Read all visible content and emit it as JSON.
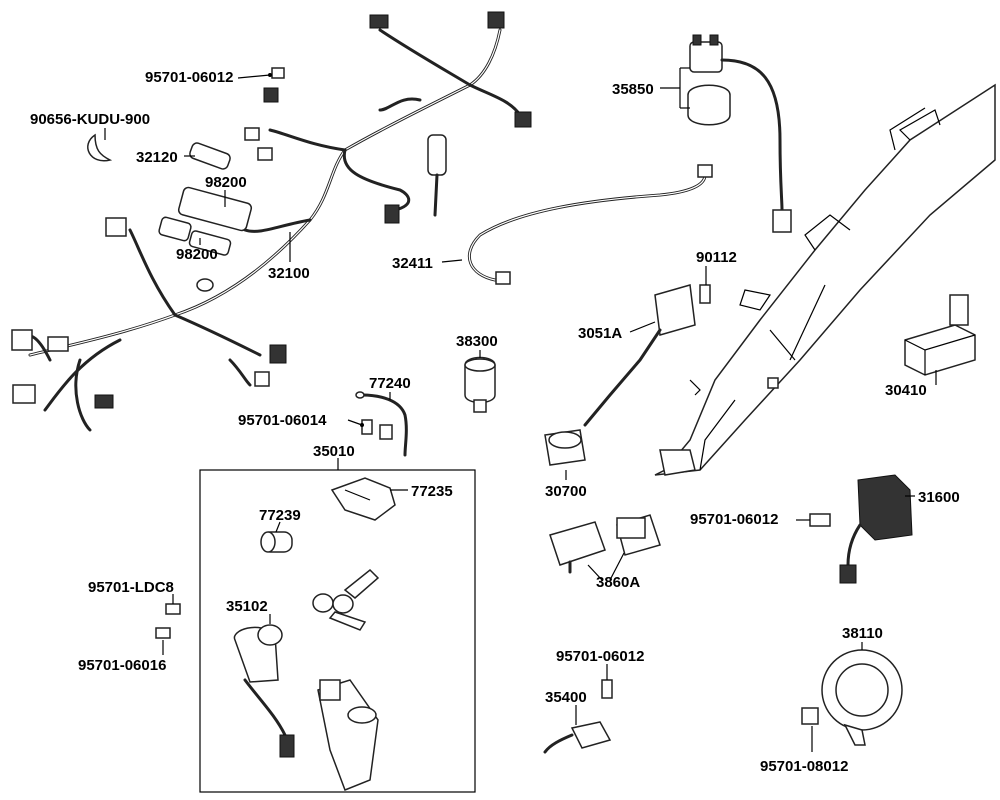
{
  "labels": {
    "l_95701_06012_a": "95701-06012",
    "l_90656": "90656-KUDU-900",
    "l_32120": "32120",
    "l_98200_a": "98200",
    "l_98200_b": "98200",
    "l_32100": "32100",
    "l_35850": "35850",
    "l_32411": "32411",
    "l_90112": "90112",
    "l_3051A": "3051A",
    "l_38300": "38300",
    "l_77240": "77240",
    "l_95701_06014": "95701-06014",
    "l_35010": "35010",
    "l_77235": "77235",
    "l_77239": "77239",
    "l_35102": "35102",
    "l_95701_LDC8": "95701-LDC8",
    "l_95701_06016": "95701-06016",
    "l_30410": "30410",
    "l_30700": "30700",
    "l_95701_06012_b": "95701-06012",
    "l_31600": "31600",
    "l_3860A": "3860A",
    "l_95701_06012_c": "95701-06012",
    "l_35400": "35400",
    "l_38110": "38110",
    "l_95701_08012": "95701-08012"
  }
}
